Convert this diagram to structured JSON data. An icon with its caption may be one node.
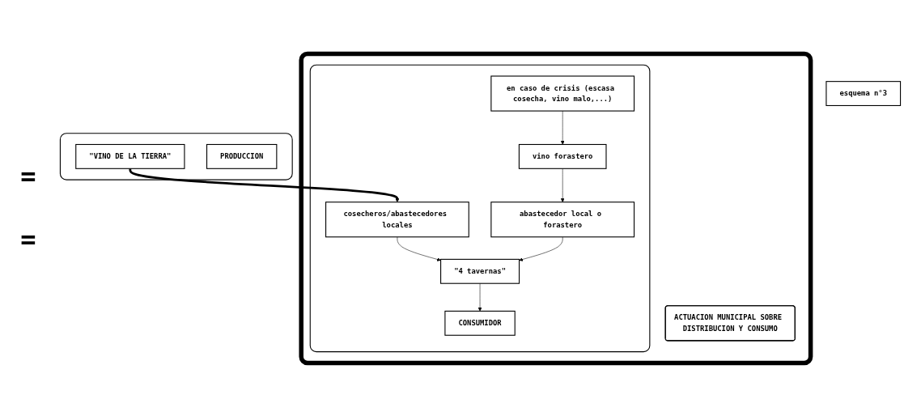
{
  "diagram": {
    "nodes": [
      {
        "text": [],
        "shape": "box"
      },
      {
        "text": [
          "\"VINO DE LA TIERRA\""
        ],
        "in": 0
      },
      {
        "text": [
          "PRODUCCION"
        ],
        "in": 0
      },
      {
        "text": [],
        "shape": "box"
      },
      {
        "text": [
          "ACTUACION MUNICIPAL SOBRE DISTRIBUCION Y CONSUMO"
        ],
        "in": 3
      },
      {
        "text": [],
        "shape": "box",
        "in": 3
      },
      {
        "text": [
          "cosecheros/abastecedores locales"
        ],
        "in": 5
      },
      {
        "text": [
          "en caso de crisis (escasa cosecha, vino malo,...)"
        ],
        "in": 5
      },
      {
        "text": [
          "\"4 tavernas\""
        ],
        "in": 5
      },
      {
        "text": [
          "vino forastero"
        ],
        "in": 5
      },
      {
        "text": [
          "CONSUMIDOR"
        ],
        "in": 5
      },
      {
        "text": [
          "abastecedor local o forastero"
        ],
        "in": 5
      },
      {
        "text": [
          "esquema n°3"
        ]
      }
    ],
    "edges": [
      {
        "from": 1,
        "to": 6,
        "arrow": "to",
        "style": "thick"
      },
      {
        "from": 6,
        "to": 8,
        "arrow": "to"
      },
      {
        "from": 8,
        "to": 10,
        "arrow": "to"
      },
      {
        "from": 7,
        "to": 9,
        "arrow": "to"
      },
      {
        "from": 9,
        "to": 11,
        "arrow": "to"
      },
      {
        "from": 11,
        "to": 8,
        "arrow": "to"
      }
    ],
    "labels": [
      "=",
      "="
    ]
  }
}
